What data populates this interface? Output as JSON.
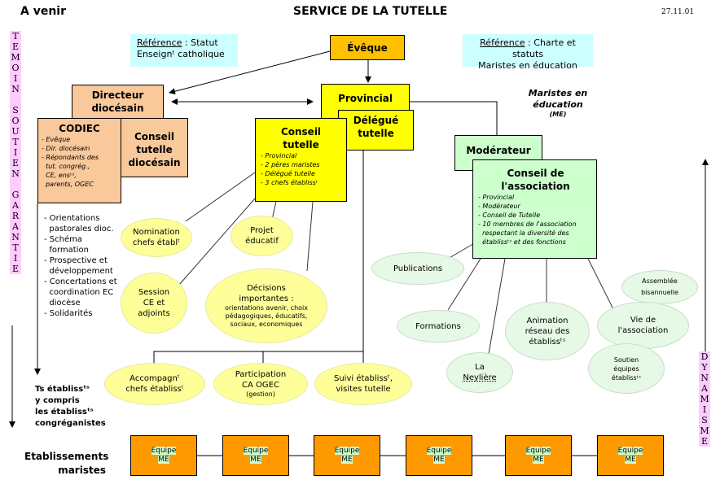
{
  "header": {
    "left": "A venir",
    "title": "SERVICE DE LA TUTELLE",
    "date": "27.11.01"
  },
  "references": {
    "left": {
      "label": "Référence",
      "line1_rest": " : Statut",
      "line2": "Enseignᵗ catholique"
    },
    "right": {
      "label": "Référence",
      "line1_rest": " : Charte et statuts",
      "line2": "Maristes en éducation"
    }
  },
  "side_labels": {
    "left": [
      "T",
      "E",
      "M",
      "O",
      "I",
      "N",
      " ",
      "S",
      "O",
      "U",
      "T",
      "I",
      "E",
      "N",
      " ",
      "G",
      "A",
      "R",
      "A",
      "N",
      "T",
      "I",
      "E"
    ],
    "right": [
      "D",
      "Y",
      "N",
      "A",
      "M",
      "I",
      "S",
      "M",
      "E"
    ]
  },
  "boxes": {
    "eveque": "Évêque",
    "directeur": [
      "Directeur",
      "diocésain"
    ],
    "conseil_diocesain": [
      "Conseil",
      "tutelle",
      "diocésain"
    ],
    "codiec": {
      "title": "CODIEC",
      "items": [
        "- Evêque",
        "- Dir. diocésain",
        "- Répondants des",
        "  tut. congrég.,",
        "  CE, ensᵗˢ,",
        "  parents, OGEC"
      ]
    },
    "provincial": "Provincial",
    "delegue": [
      "Délégué",
      "tutelle"
    ],
    "conseil_tutelle": {
      "title": [
        "Conseil",
        "tutelle"
      ],
      "items": [
        "- Provincial",
        "- 2 pères maristes",
        "- Délégué tutelle",
        "- 3 chefs établissᵗ"
      ]
    },
    "maristes_label": [
      "Maristes en",
      "éducation",
      "(ME)"
    ],
    "moderateur": "Modérateur",
    "conseil_association": {
      "title": [
        "Conseil de",
        "l'association"
      ],
      "items": [
        "- Provincial",
        "- Modérateur",
        "- Conseil de Tutelle",
        "- 10 membres de l'association",
        "  respectant la diversité des",
        "  établissᵗˢ et des fonctions"
      ]
    }
  },
  "codiec_missions": [
    "- Orientations",
    "  pastorales dioc.",
    "- Schéma",
    "  formation",
    "- Prospective et",
    "  développement",
    "- Concertations et",
    "  coordination EC",
    "  diocèse",
    "- Solidarités"
  ],
  "ts_etabliss": [
    "Ts établissᵗˢ",
    "y compris",
    "les établissᵗˢ",
    "congréganistes"
  ],
  "yellow_ellipses": {
    "nomination": [
      "Nomination",
      "chefs établᵗ"
    ],
    "projet": [
      "Projet",
      "éducatif"
    ],
    "session": [
      "Session",
      "CE et",
      "adjoints"
    ],
    "decisions": {
      "title": [
        "Décisions",
        "importantes :"
      ],
      "detail": [
        "orientations avenir, choix",
        "pédagogiques, éducatifs,",
        "sociaux, economiques"
      ]
    },
    "accompagn": [
      "Accompagnᵗ",
      "chefs établissᵗ"
    ],
    "participation": [
      "Participation",
      "CA  OGEC",
      "(gestion)"
    ],
    "suivi": [
      "Suivi établissᵗ,",
      "visites tutelle"
    ]
  },
  "green_ellipses": {
    "publications": "Publications",
    "formations": "Formations",
    "neyliere": [
      "La",
      "Neylière"
    ],
    "animation": [
      "Animation",
      "réseau des",
      "établissᵗˢ"
    ],
    "assemblee": [
      "Assemblée",
      "bisannuelle"
    ],
    "vie": [
      "Vie de",
      "l'association"
    ],
    "soutien": [
      "Soutien",
      "équipes",
      "établissᵗˢ"
    ]
  },
  "footer": {
    "label": [
      "Etablissements",
      "maristes"
    ],
    "teams": [
      [
        "Equipe",
        "ME"
      ],
      [
        "Equipe",
        "ME"
      ],
      [
        "Equipe",
        "ME"
      ],
      [
        "Equipe",
        "ME"
      ],
      [
        "Equipe",
        "ME"
      ],
      [
        "Equipe",
        "ME"
      ]
    ]
  }
}
